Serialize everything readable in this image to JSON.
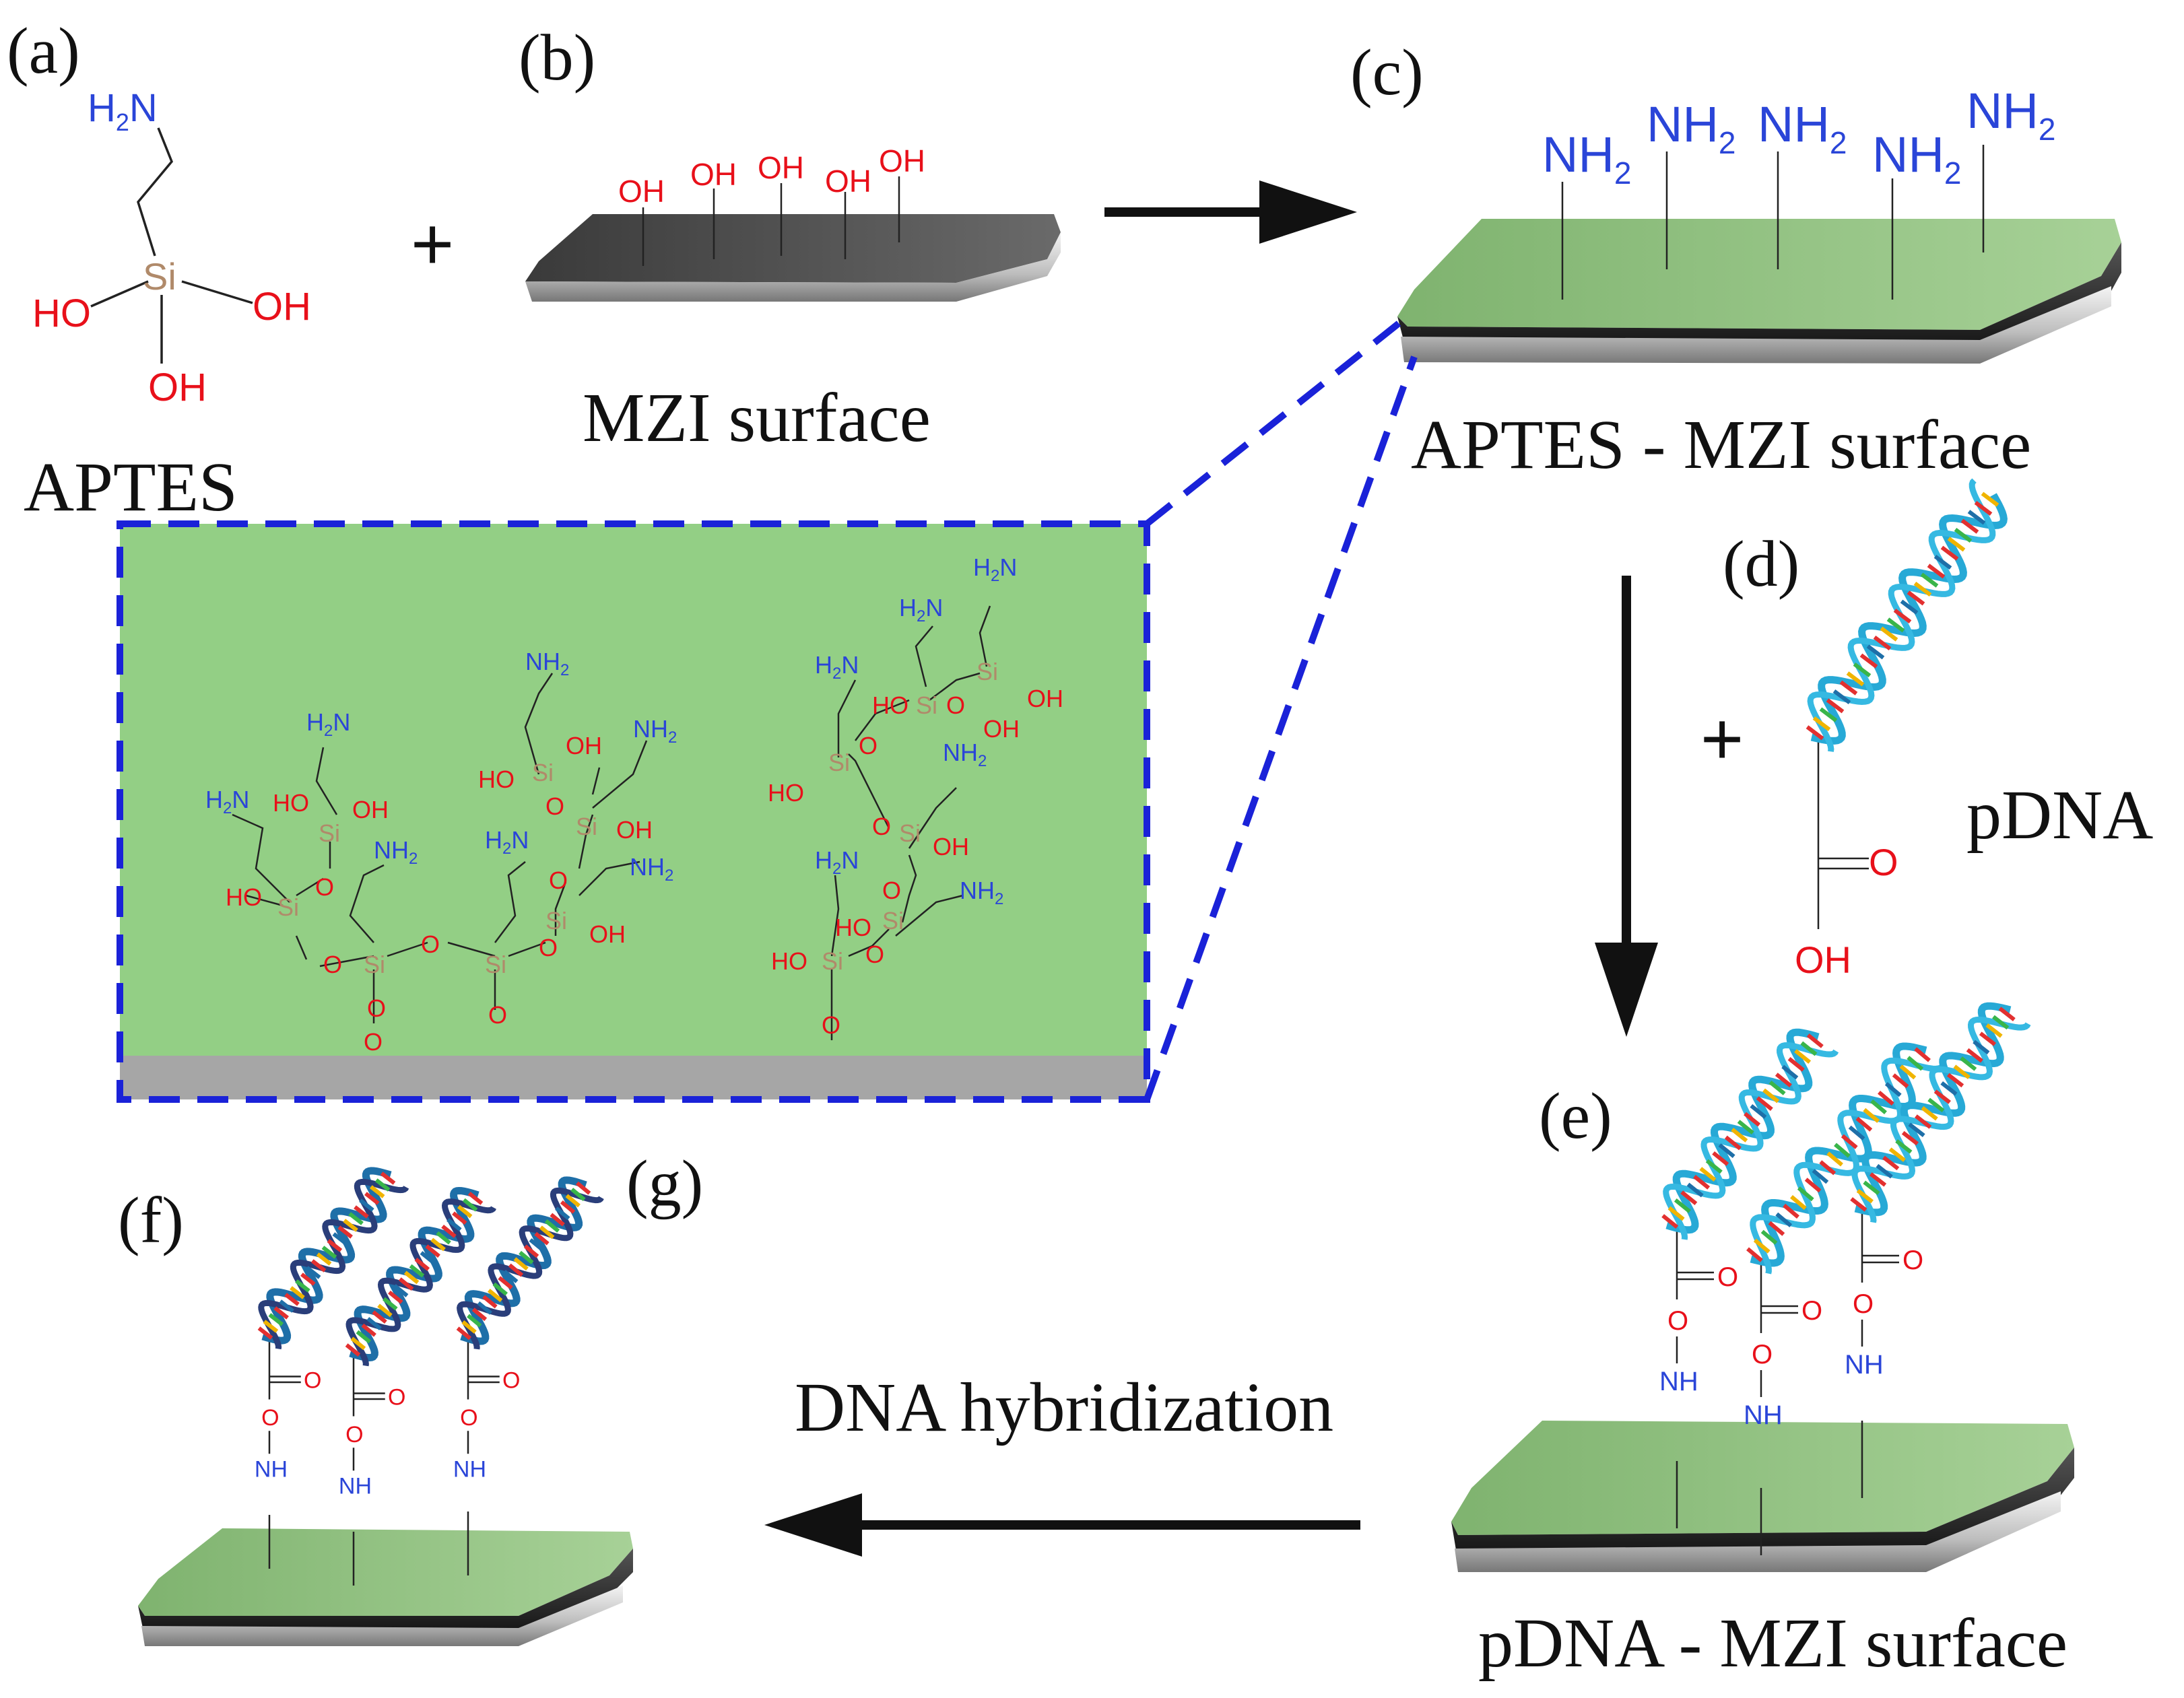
{
  "panels": {
    "a": "(a)",
    "b": "(b)",
    "c": "(c)",
    "d": "(d)",
    "e": "(e)",
    "f": "(f)",
    "g": "(g)"
  },
  "captions": {
    "aptes": "APTES",
    "mzi_surface": "MZI surface",
    "aptes_mzi_surface": "APTES - MZI surface",
    "pdna": "pDNA",
    "pdna_mzi_surface": "pDNA - MZI surface",
    "dna_hybridization": "DNA hybridization"
  },
  "symbols": {
    "plus": "+"
  },
  "chem": {
    "oh": "OH",
    "ho": "HO",
    "o": "O",
    "si": "Si",
    "nh": "NH",
    "nh2": "NH",
    "h2n": "H",
    "n": "N",
    "sub2": "2"
  },
  "colors": {
    "green_surface": "#93cf85",
    "green_slab": "#7fb46f",
    "dark_slab": "#4a4a4a",
    "dash_blue": "#1a22d8",
    "substrate_gray": "#a6a6a6"
  }
}
